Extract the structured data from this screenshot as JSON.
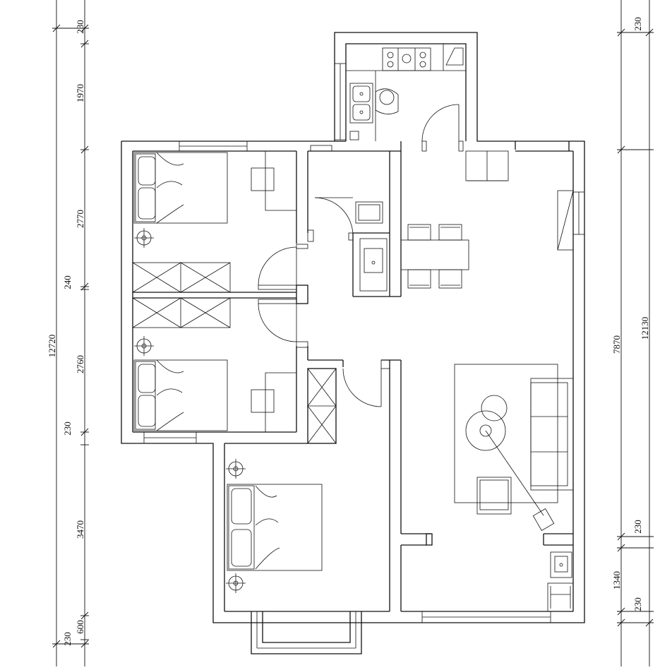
{
  "dimensions_left": {
    "total": "12720",
    "segments": [
      "230",
      "1970",
      "2770",
      "240",
      "2760",
      "230",
      "3470",
      "600",
      "230"
    ]
  },
  "dimensions_right": {
    "total": "12130",
    "segments": [
      "230",
      "7870",
      "230",
      "1340",
      "230"
    ]
  }
}
